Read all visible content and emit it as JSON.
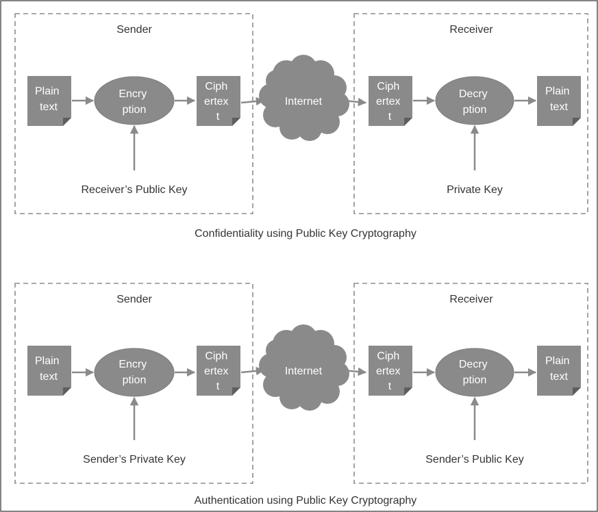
{
  "diagrams": [
    {
      "caption": "Confidentiality using Public Key Cryptography",
      "sender": {
        "title": "Sender",
        "input_doc": [
          "Plain",
          "text"
        ],
        "process": [
          "Encry",
          "ption"
        ],
        "output_doc": [
          "Ciph",
          "ertex",
          "t"
        ],
        "key_label": "Receiver’s Public Key"
      },
      "network": "Internet",
      "receiver": {
        "title": "Receiver",
        "input_doc": [
          "Ciph",
          "ertex",
          "t"
        ],
        "process": [
          "Decry",
          "ption"
        ],
        "output_doc": [
          "Plain",
          "text"
        ],
        "key_label": "Private Key"
      }
    },
    {
      "caption": "Authentication using Public Key Cryptography",
      "sender": {
        "title": "Sender",
        "input_doc": [
          "Plain",
          "text"
        ],
        "process": [
          "Encry",
          "ption"
        ],
        "output_doc": [
          "Ciph",
          "ertex",
          "t"
        ],
        "key_label": "Sender’s Private Key"
      },
      "network": "Internet",
      "receiver": {
        "title": "Receiver",
        "input_doc": [
          "Ciph",
          "ertex",
          "t"
        ],
        "process": [
          "Decry",
          "ption"
        ],
        "output_doc": [
          "Plain",
          "text"
        ],
        "key_label": "Sender’s Public Key"
      }
    }
  ],
  "colors": {
    "shape_fill": "#8a8a8a",
    "fold": "#5e5e5e",
    "dashed_border": "#8c8c8c",
    "text": "#333333",
    "label_on_shape": "#ffffff"
  }
}
